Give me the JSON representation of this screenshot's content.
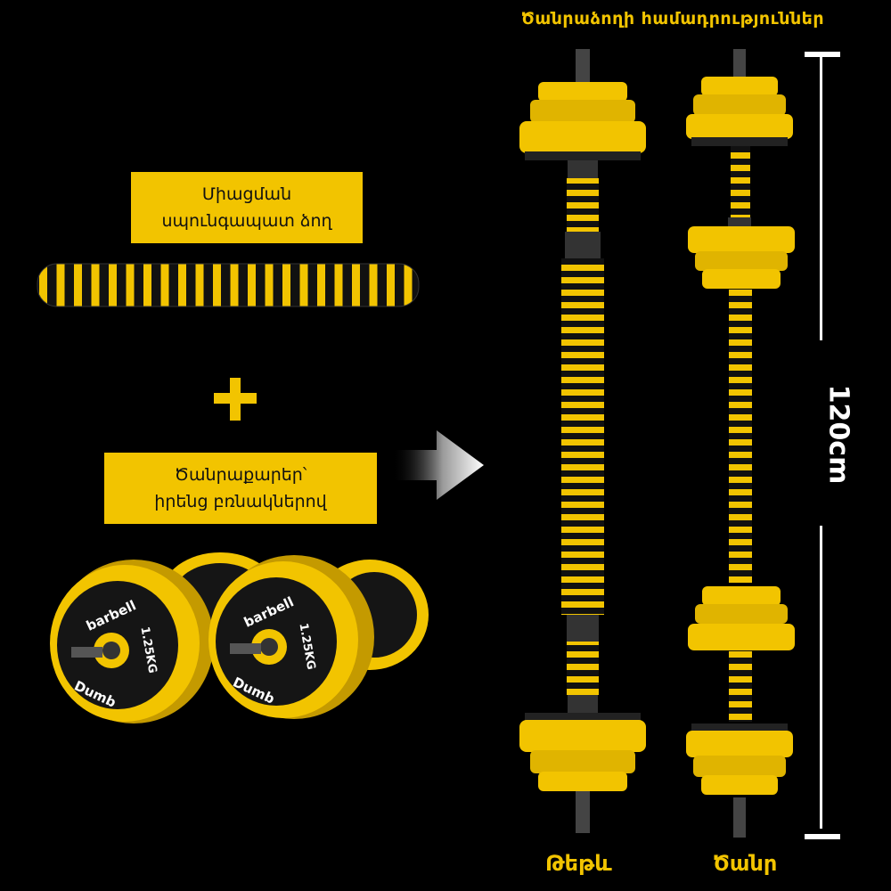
{
  "title": "Ծանրաձողի համադրություններ",
  "labels": {
    "bar_line1": "Միացման",
    "bar_line2": "սպունգապատ ձող",
    "plates_line1": "Ծանրաքարեր՝",
    "plates_line2": "իրենց բռնակներով"
  },
  "dimension": "120cm",
  "bottom": {
    "light": "Թեթև",
    "heavy": "Ծանր"
  },
  "plate_text": {
    "brand_top": "barbell",
    "brand_bottom": "Dumb",
    "weight": "1.25KG"
  },
  "colors": {
    "accent": "#f2c400",
    "background": "#000000",
    "stripe_dark": "#111111"
  }
}
